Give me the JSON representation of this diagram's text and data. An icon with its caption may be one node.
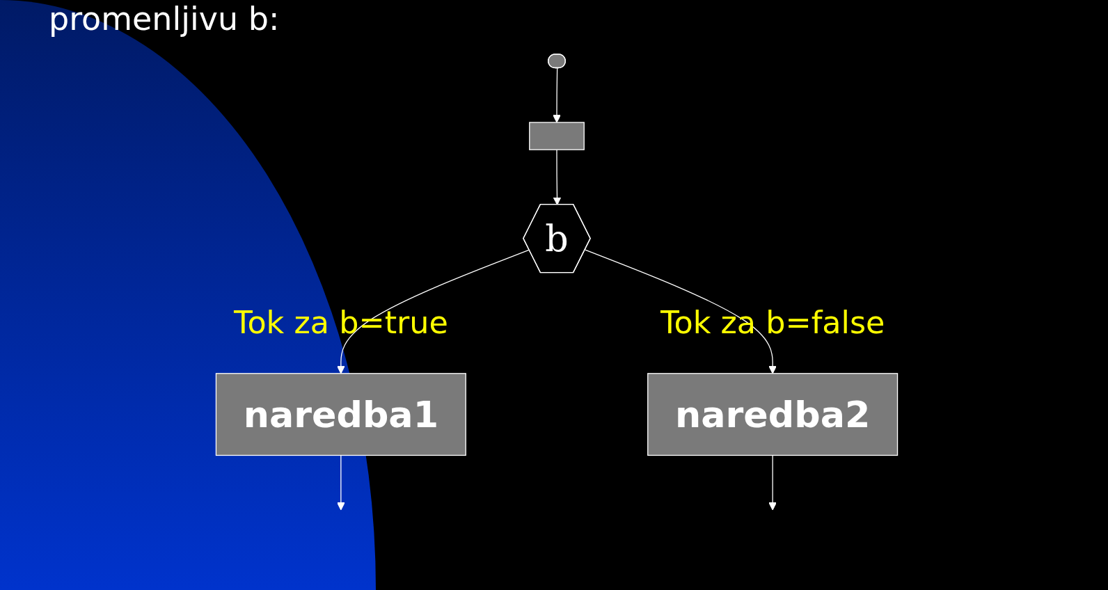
{
  "diagram": {
    "nodes": [
      {
        "text": [],
        "shape": "ellipse"
      },
      {
        "text": [],
        "shape": "box"
      },
      {
        "text": [
          "b"
        ]
      },
      {
        "text": [
          "naredba1"
        ]
      },
      {
        "text": [
          "naredba2"
        ]
      }
    ],
    "edges": [
      {
        "from": 0,
        "to": 1,
        "arrow": "to"
      },
      {
        "from": 1,
        "to": 2,
        "arrow": "to"
      },
      {
        "from": 2,
        "to": 3,
        "arrow": "to",
        "label": "Tok za b=true"
      },
      {
        "from": 2,
        "to": 4,
        "arrow": "to",
        "label": "Tok za b=false"
      },
      {
        "from": 3,
        "to": null,
        "arrow": "to"
      },
      {
        "from": 4,
        "to": null,
        "arrow": "to"
      }
    ],
    "labels": [
      "promenljivu b:"
    ]
  }
}
